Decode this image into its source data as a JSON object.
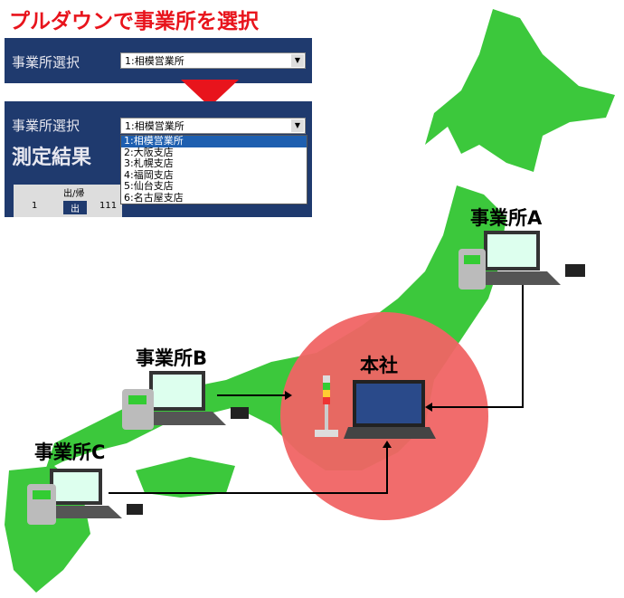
{
  "title": "プルダウンで事業所を選択",
  "panel": {
    "select_label": "事業所選択",
    "selected": "1:相模営業所",
    "result_heading": "測定結果",
    "options": [
      "1:相模営業所",
      "2:大阪支店",
      "3:札幌支店",
      "4:福岡支店",
      "5:仙台支店",
      "6:名古屋支店"
    ],
    "table": {
      "header": "出/帰",
      "row_no": "1",
      "row_val": "出",
      "row_code": "111"
    }
  },
  "sites": {
    "hq": "本社",
    "a": "事業所A",
    "b": "事業所B",
    "c": "事業所C"
  },
  "colors": {
    "land": "#3cc83c",
    "circle": "#f06464",
    "accent": "#e8141c"
  }
}
